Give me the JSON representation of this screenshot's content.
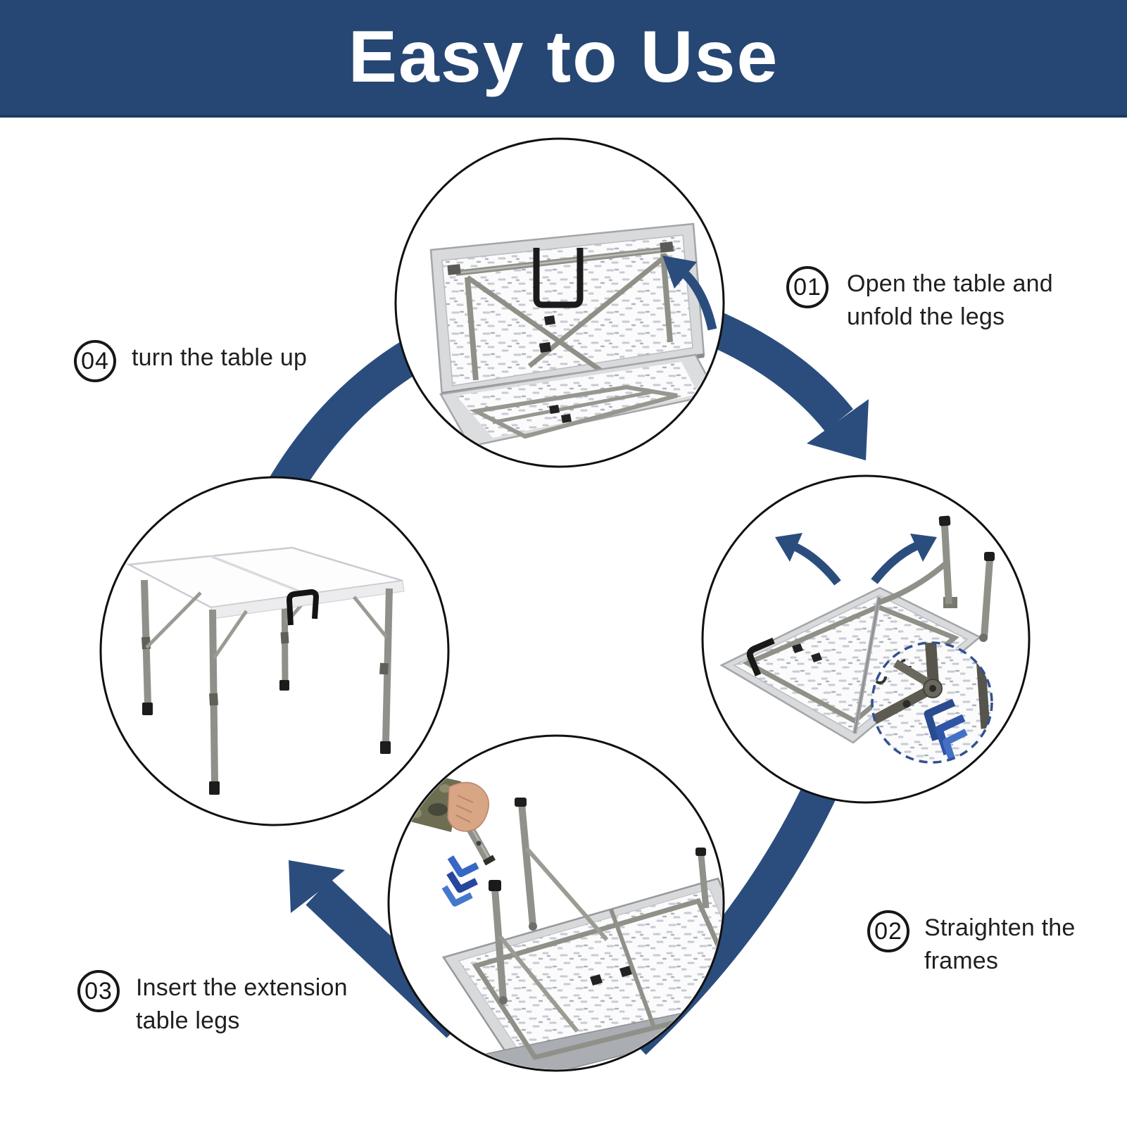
{
  "header": {
    "title": "Easy to Use",
    "bg_color": "#264673",
    "text_color": "#ffffff"
  },
  "steps": [
    {
      "id": "01",
      "label": "Open the table and unfold the legs"
    },
    {
      "id": "02",
      "label": "Straighten the frames"
    },
    {
      "id": "03",
      "label": "Insert the extension table legs"
    },
    {
      "id": "04",
      "label": "turn the table up"
    }
  ],
  "flow": {
    "direction": "clockwise",
    "arrow_color": "#2b4d7e",
    "arrows": [
      "flow-arrow-step1-to-step2",
      "flow-band-step2-to-step3",
      "flow-arrow-step3-to-step4",
      "flow-band-step4-to-step1"
    ]
  },
  "illustrations": [
    {
      "step": "01",
      "scene": "folded-table-opened-like-case",
      "icons": [
        "rotate-open-arrow"
      ]
    },
    {
      "step": "02",
      "scene": "table-flat-underside-legs-unfolding",
      "icons": [
        "unfold-left-arrow",
        "unfold-right-arrow",
        "hinge-bracket-magnifier",
        "magnifier-chevrons"
      ]
    },
    {
      "step": "03",
      "scene": "hand-inserting-extension-leg",
      "icons": [
        "insert-chevrons"
      ]
    },
    {
      "step": "04",
      "scene": "assembled-square-folding-table",
      "icons": []
    }
  ],
  "colors": {
    "header_bg": "#264673",
    "flow_arrow": "#2b4d7e",
    "chevron_dark": "#2a4b8d",
    "chevron_mid": "#2e55a8",
    "chevron_light": "#4470c5",
    "step_text": "#1f1f1f",
    "magnifier_dash": "#33518f"
  }
}
